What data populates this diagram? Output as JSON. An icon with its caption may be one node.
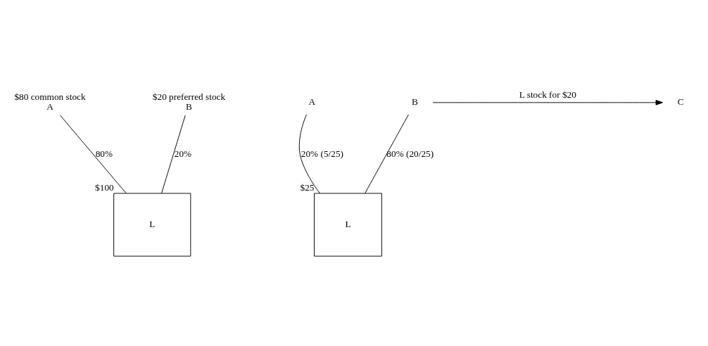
{
  "diagram": {
    "nodes": [
      {
        "text": [
          "A"
        ],
        "beside": [
          "$80 common stock"
        ]
      },
      {
        "text": [
          "B"
        ],
        "beside": [
          "$20 preferred stock"
        ]
      },
      {
        "text": [
          "L"
        ],
        "beside": [
          "$100"
        ]
      },
      {
        "text": [
          "A"
        ]
      },
      {
        "text": [
          "B"
        ]
      },
      {
        "text": [
          "L"
        ],
        "beside": [
          "$25"
        ]
      },
      {
        "text": [
          "C"
        ]
      }
    ],
    "edges": [
      {
        "from": 0,
        "to": 2,
        "arrow": "none",
        "label": "80%"
      },
      {
        "from": 1,
        "to": 2,
        "arrow": "none",
        "label": "20%"
      },
      {
        "from": 3,
        "to": 5,
        "arrow": "none",
        "label": "20% (5/25)"
      },
      {
        "from": 4,
        "to": 5,
        "arrow": "none",
        "label": "80% (20/25)"
      },
      {
        "from": 4,
        "to": 6,
        "arrow": "to",
        "label": "L stock for $20"
      }
    ]
  }
}
